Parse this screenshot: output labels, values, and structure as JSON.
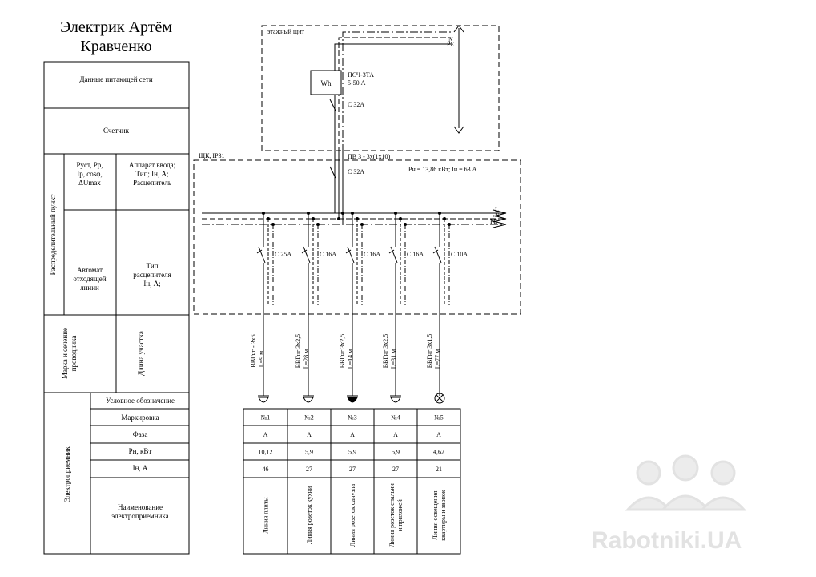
{
  "title_line1": "Электрик Артём",
  "title_line2": "Кравченко",
  "left_table": {
    "supply": "Данные питающей сети",
    "meter": "Счетчик",
    "dist_point": "Распределительный пункт",
    "params": [
      "Руст, Рр,",
      "Iр, cosφ,",
      "ΔUmax"
    ],
    "input_device": [
      "Аппарат ввода;",
      "Тип; Iн, А;",
      "Расцепитель"
    ],
    "outgoing": [
      "Автомат",
      "отходящей",
      "линии"
    ],
    "release_type": [
      "Тип",
      "расцепителя",
      "Iн, А;"
    ],
    "wire_mark": [
      "Марка и сечение",
      "проводника"
    ],
    "section_length": "Длина участка",
    "receiver": "Электроприемник",
    "symbol": "Условное обозначение",
    "marking": "Маркировка",
    "phase": "Фаза",
    "power": "Рн, кВт",
    "current": "Iн, А",
    "receiver_name": [
      "Наименование",
      "электроприемника"
    ]
  },
  "floor_panel": {
    "label": "этажный щит",
    "meter_symbol": "Wh",
    "meter_model": "ПСЧ-3ТА",
    "meter_range": "5-50 А",
    "main_breaker": "С 32А",
    "pe": "PE",
    "n": "N"
  },
  "apartment_panel": {
    "label": "ЩК, IP31",
    "feed_cable": "ПВ 3 - 3х(1х10)",
    "input_breaker": "С 32А",
    "power_summary": "Рн = 13,86 кВт; Iн = 63 А",
    "bus_l": "L",
    "bus_n": "N",
    "bus_pe": "PE"
  },
  "circuits": [
    {
      "breaker": "С 25А",
      "cable": "ВВГнг - 3х6",
      "length": "L=9 м",
      "symbol": "socket-outline",
      "marking": "№1",
      "phase": "А",
      "power": "10,12",
      "current": "46",
      "name": [
        "Линия плиты"
      ]
    },
    {
      "breaker": "С 16А",
      "cable": "ВВГнг 3х2,5",
      "length": "L=28 м",
      "symbol": "socket-outline",
      "marking": "№2",
      "phase": "А",
      "power": "5,9",
      "current": "27",
      "name": [
        "Линия розеток кухни"
      ]
    },
    {
      "breaker": "С 16А",
      "cable": "ВВГнг 3х2,5",
      "length": "L=14 м",
      "symbol": "socket-filled",
      "marking": "№3",
      "phase": "А",
      "power": "5,9",
      "current": "27",
      "name": [
        "Линия розеток санузла"
      ]
    },
    {
      "breaker": "С 16А",
      "cable": "ВВГнг 3х2,5",
      "length": "L=31 м",
      "symbol": "socket-outline",
      "marking": "№4",
      "phase": "А",
      "power": "5,9",
      "current": "27",
      "name": [
        "Линия розеток спальни",
        "и прихожей"
      ]
    },
    {
      "breaker": "С 10А",
      "cable": "ВВГнг 3х1,5",
      "length": "L=77 м",
      "symbol": "lamp",
      "marking": "№5",
      "phase": "А",
      "power": "4,62",
      "current": "21",
      "name": [
        "Линия освещения",
        "квартиры и звонок"
      ]
    }
  ],
  "watermark": "Rabotniki.UA"
}
